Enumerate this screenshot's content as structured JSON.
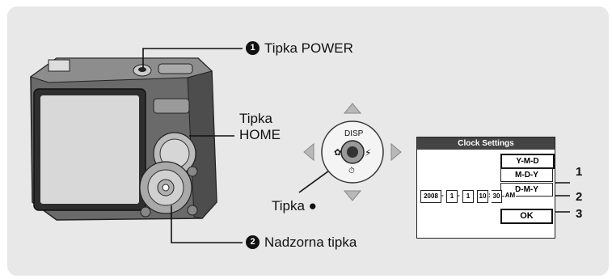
{
  "labels": {
    "power": "Tipka POWER",
    "home_line1": "Tipka",
    "home_line2": "HOME",
    "center_button": "Tipka ●",
    "control_button": "Nadzorna tipka",
    "disp": "DISP"
  },
  "badges": {
    "power": "1",
    "control": "2"
  },
  "screen": {
    "title": "Clock Settings",
    "date_formats": [
      "Y-M-D",
      "M-D-Y",
      "D-M-Y"
    ],
    "date_values": [
      "2008",
      "1",
      "1",
      "10",
      "30",
      "AM"
    ],
    "ok_label": "OK"
  },
  "callouts": [
    "1",
    "2",
    "3"
  ]
}
